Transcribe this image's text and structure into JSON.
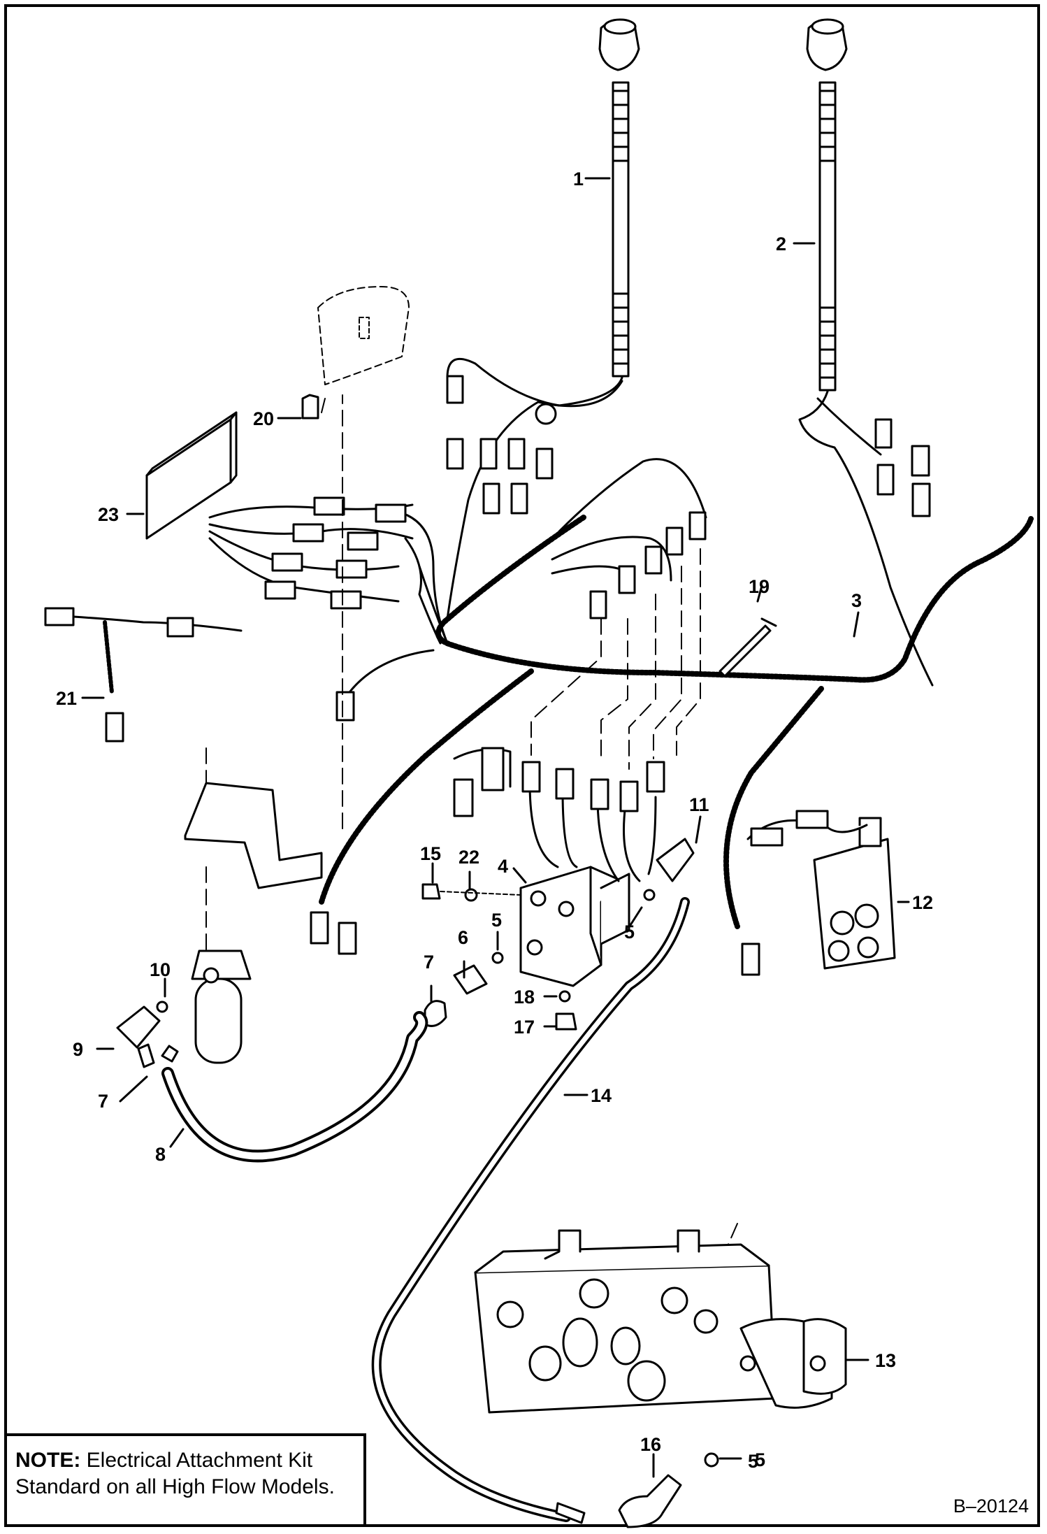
{
  "note": {
    "label": "NOTE:",
    "line1": "Electrical Attachment Kit",
    "line2": "Standard on all High Flow Models."
  },
  "figure_id": "B–20124",
  "callouts": [
    "1",
    "2",
    "3",
    "4",
    "5",
    "5",
    "5",
    "5",
    "6",
    "7",
    "7",
    "8",
    "9",
    "10",
    "11",
    "12",
    "13",
    "14",
    "15",
    "16",
    "17",
    "18",
    "19",
    "20",
    "21",
    "22",
    "23"
  ]
}
